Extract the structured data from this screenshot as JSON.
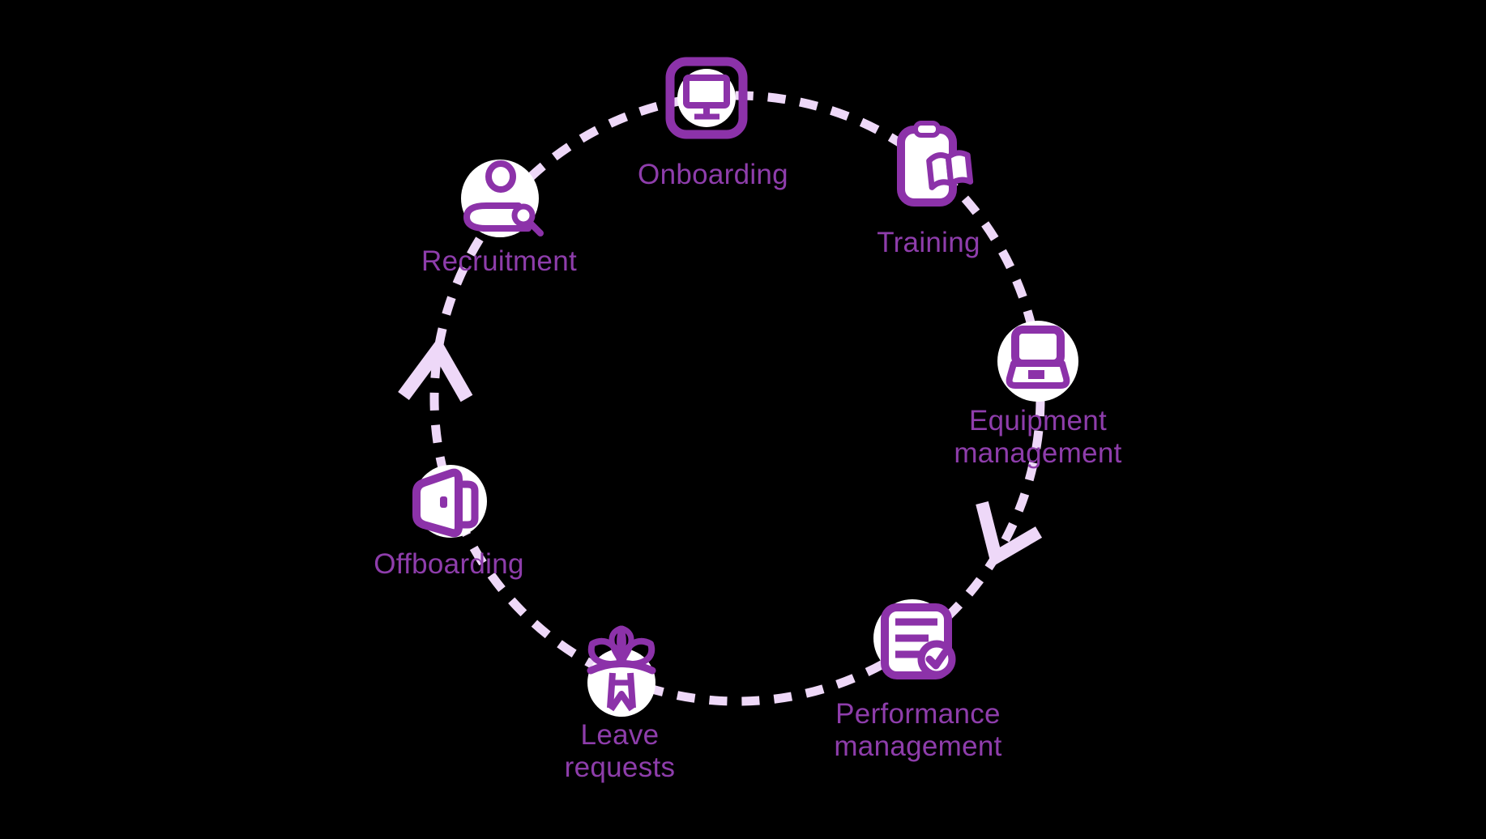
{
  "colors": {
    "background": "#000000",
    "icon_stroke": "#8c32a9",
    "label_text": "#8e3dab",
    "dash": "#eed8f8",
    "node_fill": "#ffffff"
  },
  "diagram": {
    "type": "cycle",
    "direction": "clockwise",
    "nodes": [
      {
        "id": "recruitment",
        "label": "Recruitment",
        "lines": [
          "Recruitment"
        ],
        "icon": "person-search-icon"
      },
      {
        "id": "onboarding",
        "label": "Onboarding",
        "lines": [
          "Onboarding"
        ],
        "icon": "monitor-icon"
      },
      {
        "id": "training",
        "label": "Training",
        "lines": [
          "Training"
        ],
        "icon": "clipboard-book-icon"
      },
      {
        "id": "equipment-management",
        "label": "Equipment management",
        "lines": [
          "Equipment",
          "management"
        ],
        "icon": "laptop-icon"
      },
      {
        "id": "performance-management",
        "label": "Performance management",
        "lines": [
          "Performance",
          "management"
        ],
        "icon": "document-check-icon"
      },
      {
        "id": "leave-requests",
        "label": "Leave requests",
        "lines": [
          "Leave",
          "requests"
        ],
        "icon": "palm-tree-icon"
      },
      {
        "id": "offboarding",
        "label": "Offboarding",
        "lines": [
          "Offboarding"
        ],
        "icon": "open-door-icon"
      }
    ],
    "arrows": [
      {
        "id": "arrow-up-left-side",
        "direction": "up"
      },
      {
        "id": "arrow-down-right-side",
        "direction": "down"
      }
    ]
  }
}
